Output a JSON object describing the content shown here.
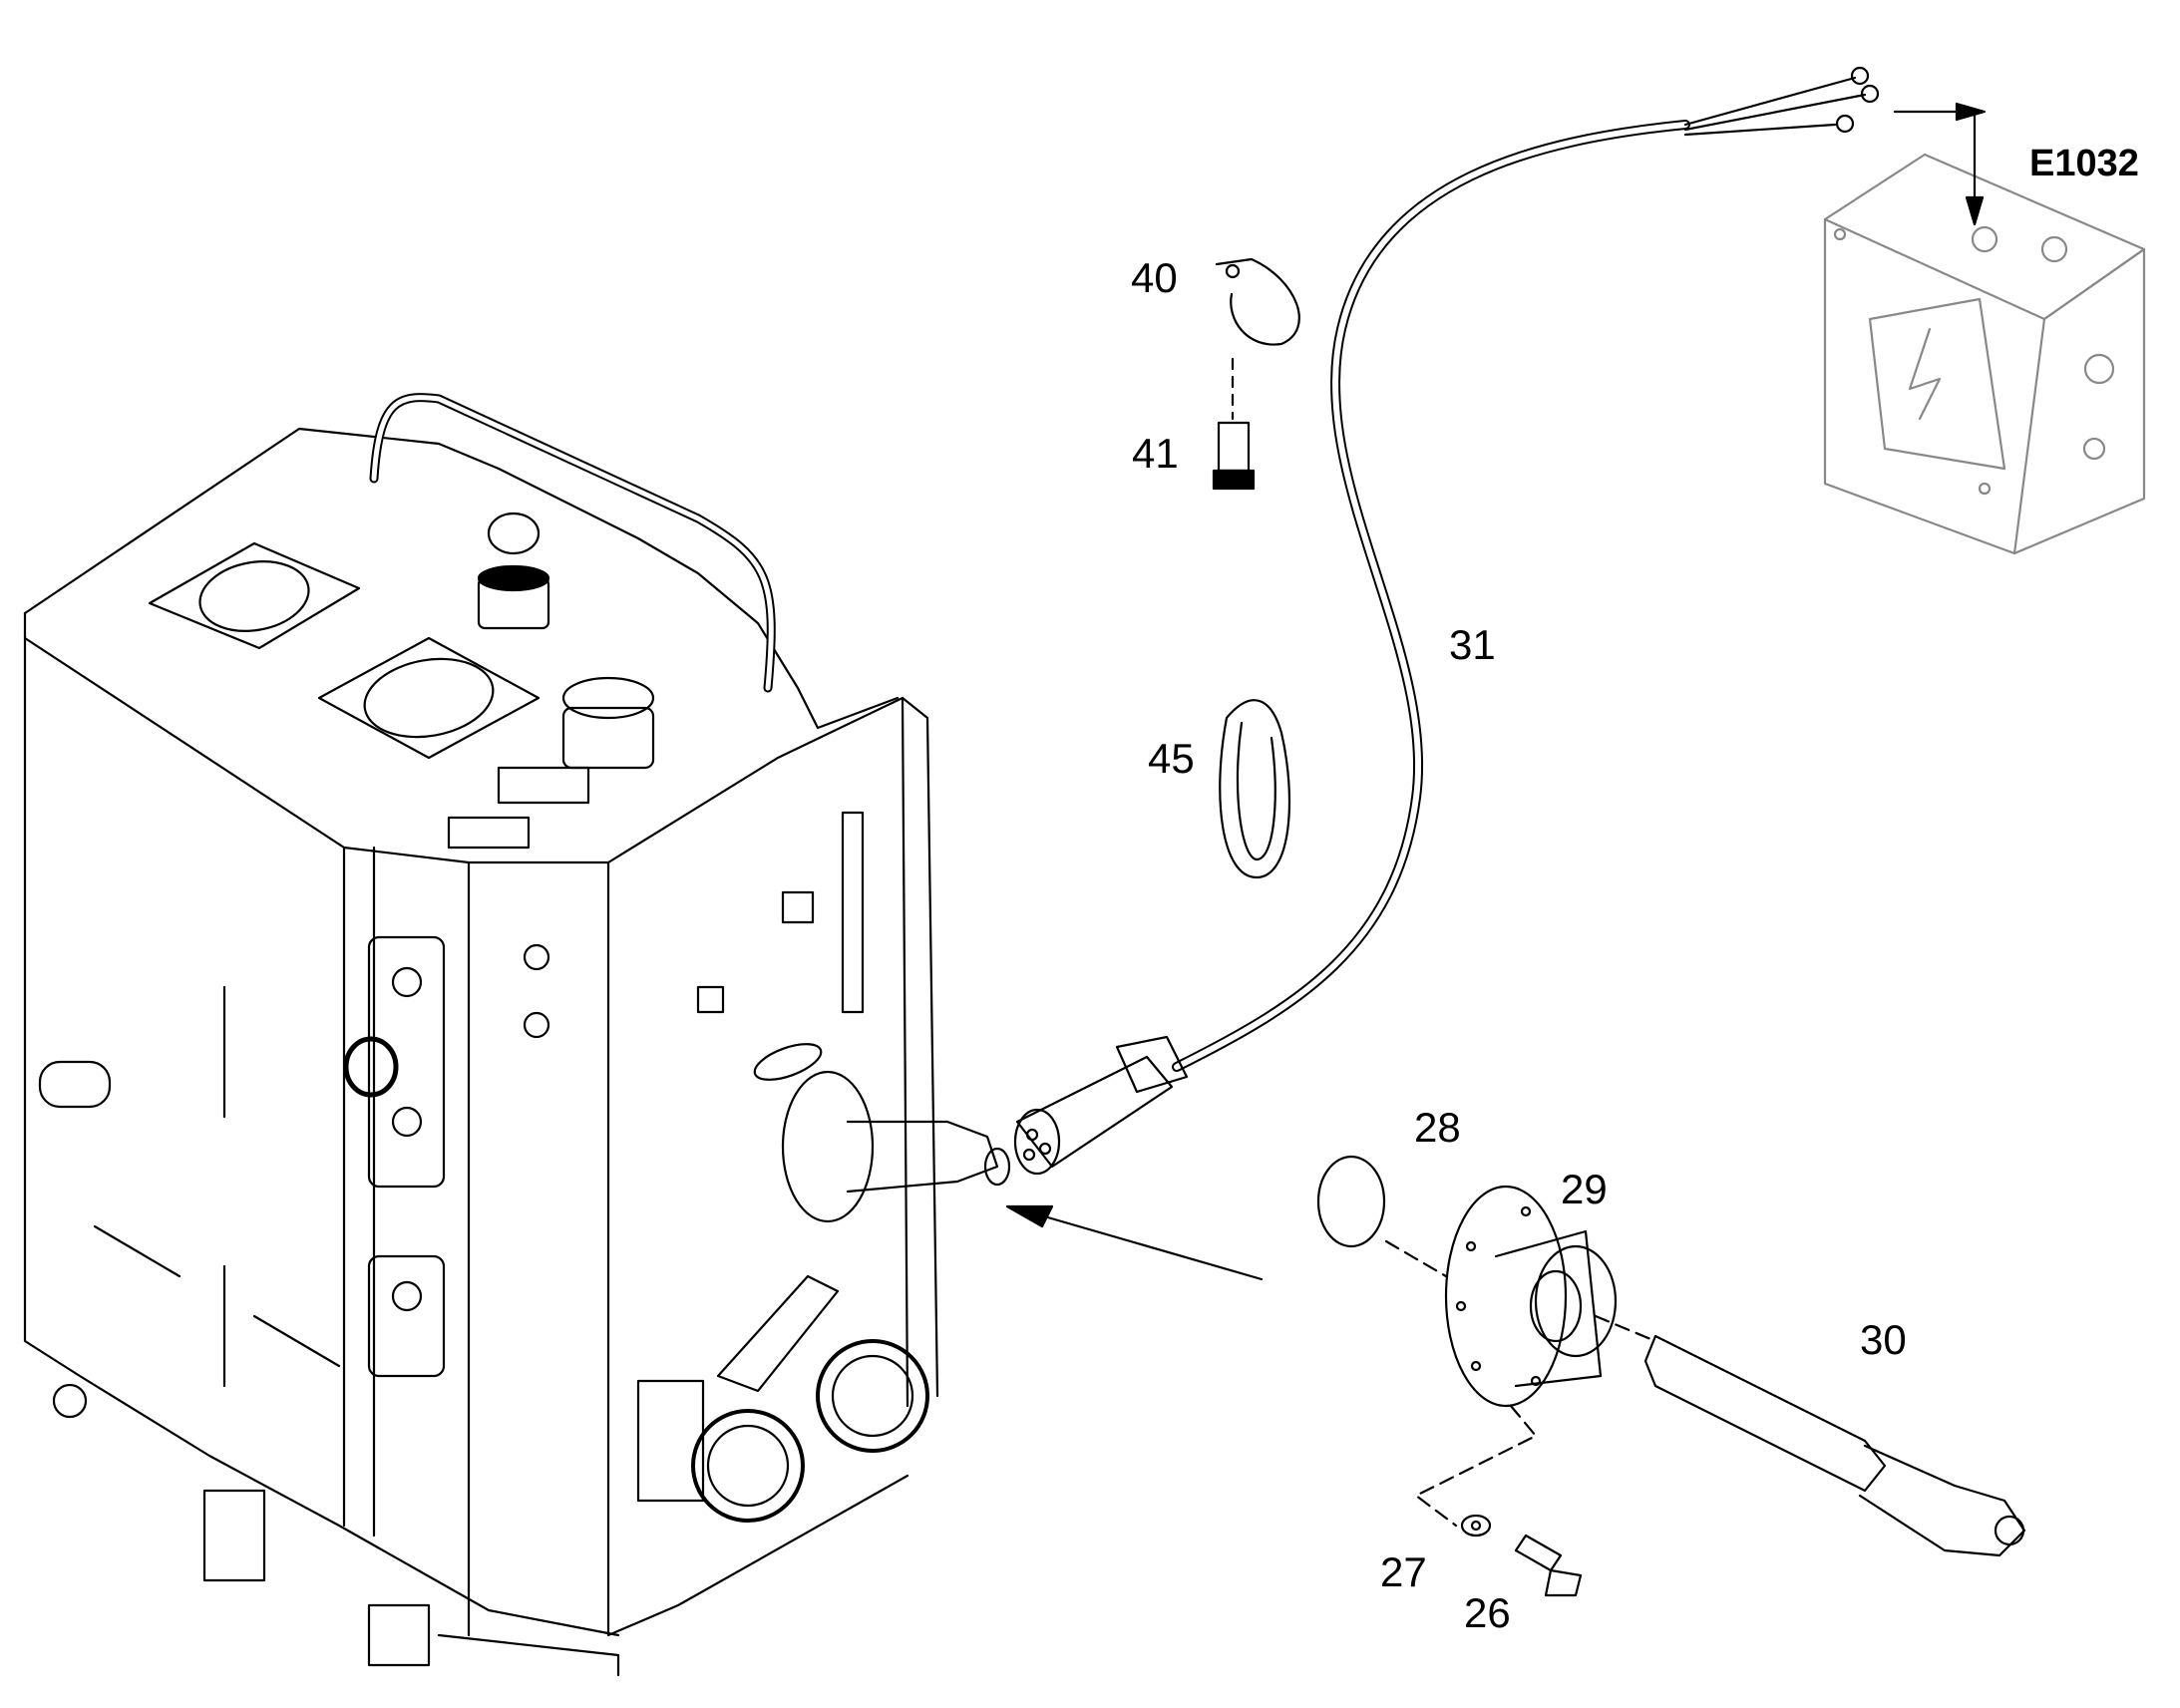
{
  "diagram": {
    "reference_label": "E1032",
    "callouts": [
      {
        "id": "40",
        "label": "40"
      },
      {
        "id": "41",
        "label": "41"
      },
      {
        "id": "45",
        "label": "45"
      },
      {
        "id": "31",
        "label": "31"
      },
      {
        "id": "28",
        "label": "28"
      },
      {
        "id": "29",
        "label": "29"
      },
      {
        "id": "30",
        "label": "30"
      },
      {
        "id": "27",
        "label": "27"
      },
      {
        "id": "26",
        "label": "26"
      }
    ]
  }
}
